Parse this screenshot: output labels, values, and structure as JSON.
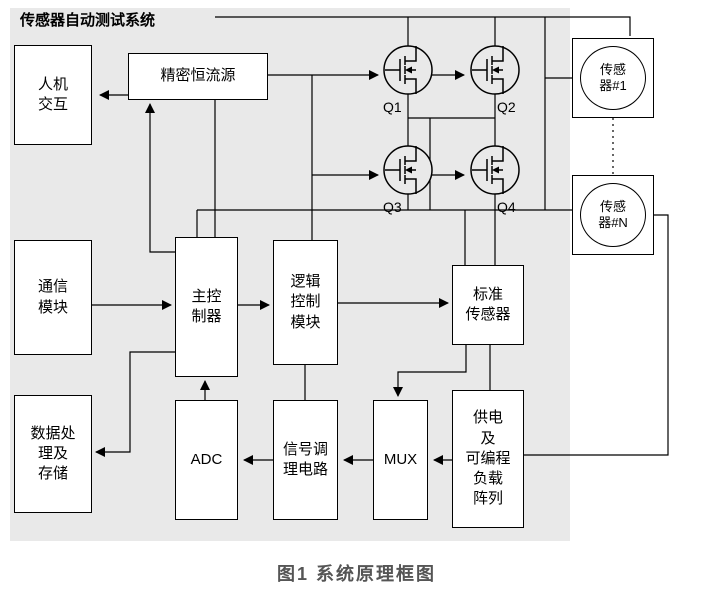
{
  "title": "传感器自动测试系统",
  "caption": "图1 系统原理框图",
  "colors": {
    "panel_bg": "#e9e9e9",
    "line": "#000000",
    "box_bg": "#ffffff",
    "caption_color": "#555555"
  },
  "blocks": {
    "hmi": {
      "label": "人机\n交互"
    },
    "current_source": {
      "label": "精密恒流源"
    },
    "comm": {
      "label": "通信\n模块"
    },
    "mcu": {
      "label": "主控\n制器"
    },
    "logic": {
      "label": "逻辑\n控制\n模块"
    },
    "std_sensor": {
      "label": "标准\n传感器"
    },
    "data_storage": {
      "label": "数据处\n理及\n存储"
    },
    "adc": {
      "label": "ADC"
    },
    "signal_cond": {
      "label": "信号调\n理电路"
    },
    "mux": {
      "label": "MUX"
    },
    "load_array": {
      "label": "供电\n及\n可编程\n负载\n阵列"
    }
  },
  "transistors": [
    {
      "label": "Q1"
    },
    {
      "label": "Q2"
    },
    {
      "label": "Q3"
    },
    {
      "label": "Q4"
    }
  ],
  "sensors": [
    {
      "label": "传感\n器#1"
    },
    {
      "label": "传感\n器#N"
    }
  ]
}
